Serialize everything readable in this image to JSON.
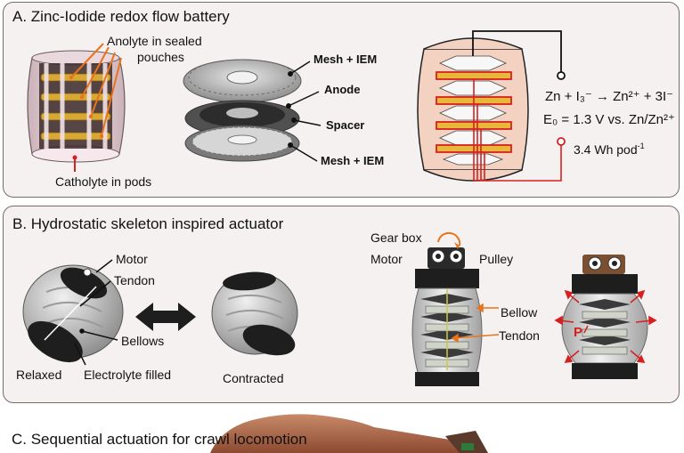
{
  "panel_a": {
    "title": "A. Zinc-Iodide redox flow battery",
    "anolyte_label_1": "Anolyte in sealed",
    "anolyte_label_2": "pouches",
    "catholyte_label": "Catholyte in pods",
    "mesh_top_label": "Mesh + IEM",
    "anode_label": "Anode",
    "spacer_label": "Spacer",
    "mesh_bottom_label": "Mesh + IEM",
    "reaction_text": "Zn + I₃⁻ → Zn²⁺ + 3I⁻",
    "potential_text": "E₀ = 1.3 V vs. Zn/Zn²⁺",
    "energy_value": "3.4 Wh pod",
    "energy_unit_sup": "-1"
  },
  "panel_b": {
    "title": "B. Hydrostatic skeleton inspired actuator",
    "motor_label": "Motor",
    "tendon_label": "Tendon",
    "bellows_label": "Bellows",
    "relaxed_label": "Relaxed",
    "electrolyte_label": "Electrolyte filled",
    "contracted_label": "Contracted",
    "gearbox_label": "Gear box",
    "motor_label_2": "Motor",
    "pulley_label": "Pulley",
    "bellow_label": "Bellow",
    "tendon_label_2": "Tendon",
    "pressure_label": "P"
  },
  "panel_c": {
    "title": "C. Sequential actuation for crawl locomotion"
  },
  "colors": {
    "orange_arrow": "#e8731a",
    "red_arrow": "#d62020",
    "electrode_gold": "#e8b83a",
    "pod_pink": "#f3d2c2"
  }
}
